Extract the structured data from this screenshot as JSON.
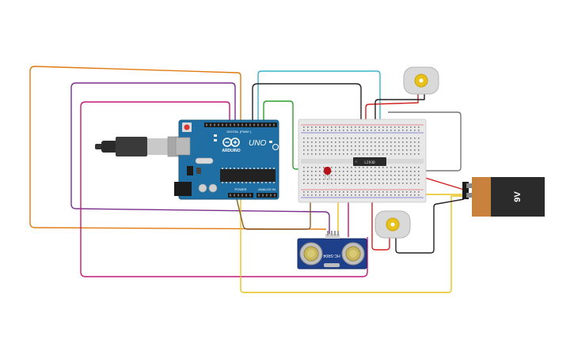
{
  "arduino": {
    "logo_text": "ARDUINO",
    "model_text": "UNO",
    "power_header_label": "POWER",
    "analog_header_label": "ANALOG IN",
    "digital_header_label": "DIGITAL (PWM~)",
    "board_color": "#1f6fa5"
  },
  "battery": {
    "label": "9V",
    "body_color": "#2b2b2b",
    "cap_color": "#c9823e"
  },
  "sensor": {
    "label": "HC-SR04",
    "board_color": "#1e3f8a"
  },
  "driver_ic": {
    "label": "L293D"
  },
  "wire_colors": {
    "orange": "#e07b12",
    "purple": "#7a2e8e",
    "magenta": "#c2187a",
    "cyan": "#3ab4c8",
    "black": "#222222",
    "green": "#2ea02e",
    "yellow": "#e8c21a",
    "brown": "#8a5a2b",
    "red": "#d32020",
    "gray": "#777777"
  }
}
